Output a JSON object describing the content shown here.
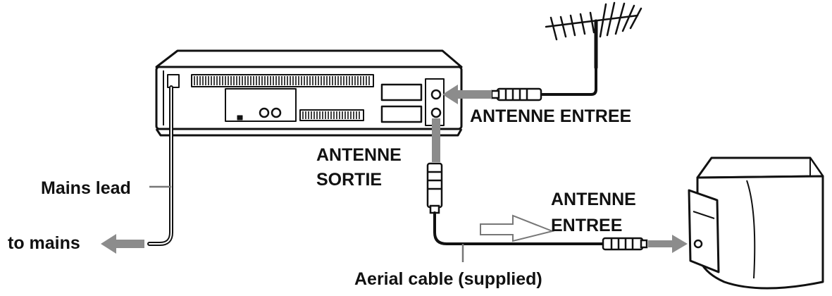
{
  "labels": {
    "antenne_entree_top": "ANTENNE ENTREE",
    "antenne_sortie_line1": "ANTENNE",
    "antenne_sortie_line2": "SORTIE",
    "mains_lead": "Mains lead",
    "to_mains": "to mains",
    "antenne_entree_tv_line1": "ANTENNE",
    "antenne_entree_tv_line2": "ENTREE",
    "aerial_cable": "Aerial cable (supplied)"
  },
  "icons": {
    "vcr": "vcr-rear-panel-icon",
    "antenna": "aerial-antenna-icon",
    "tv": "television-icon",
    "signal_arrow": "signal-flow-arrow-icon",
    "plug": "coax-plug-icon"
  },
  "colors": {
    "line": "#111111",
    "arrow_gray": "#8c8c8c",
    "fill": "#ffffff"
  }
}
